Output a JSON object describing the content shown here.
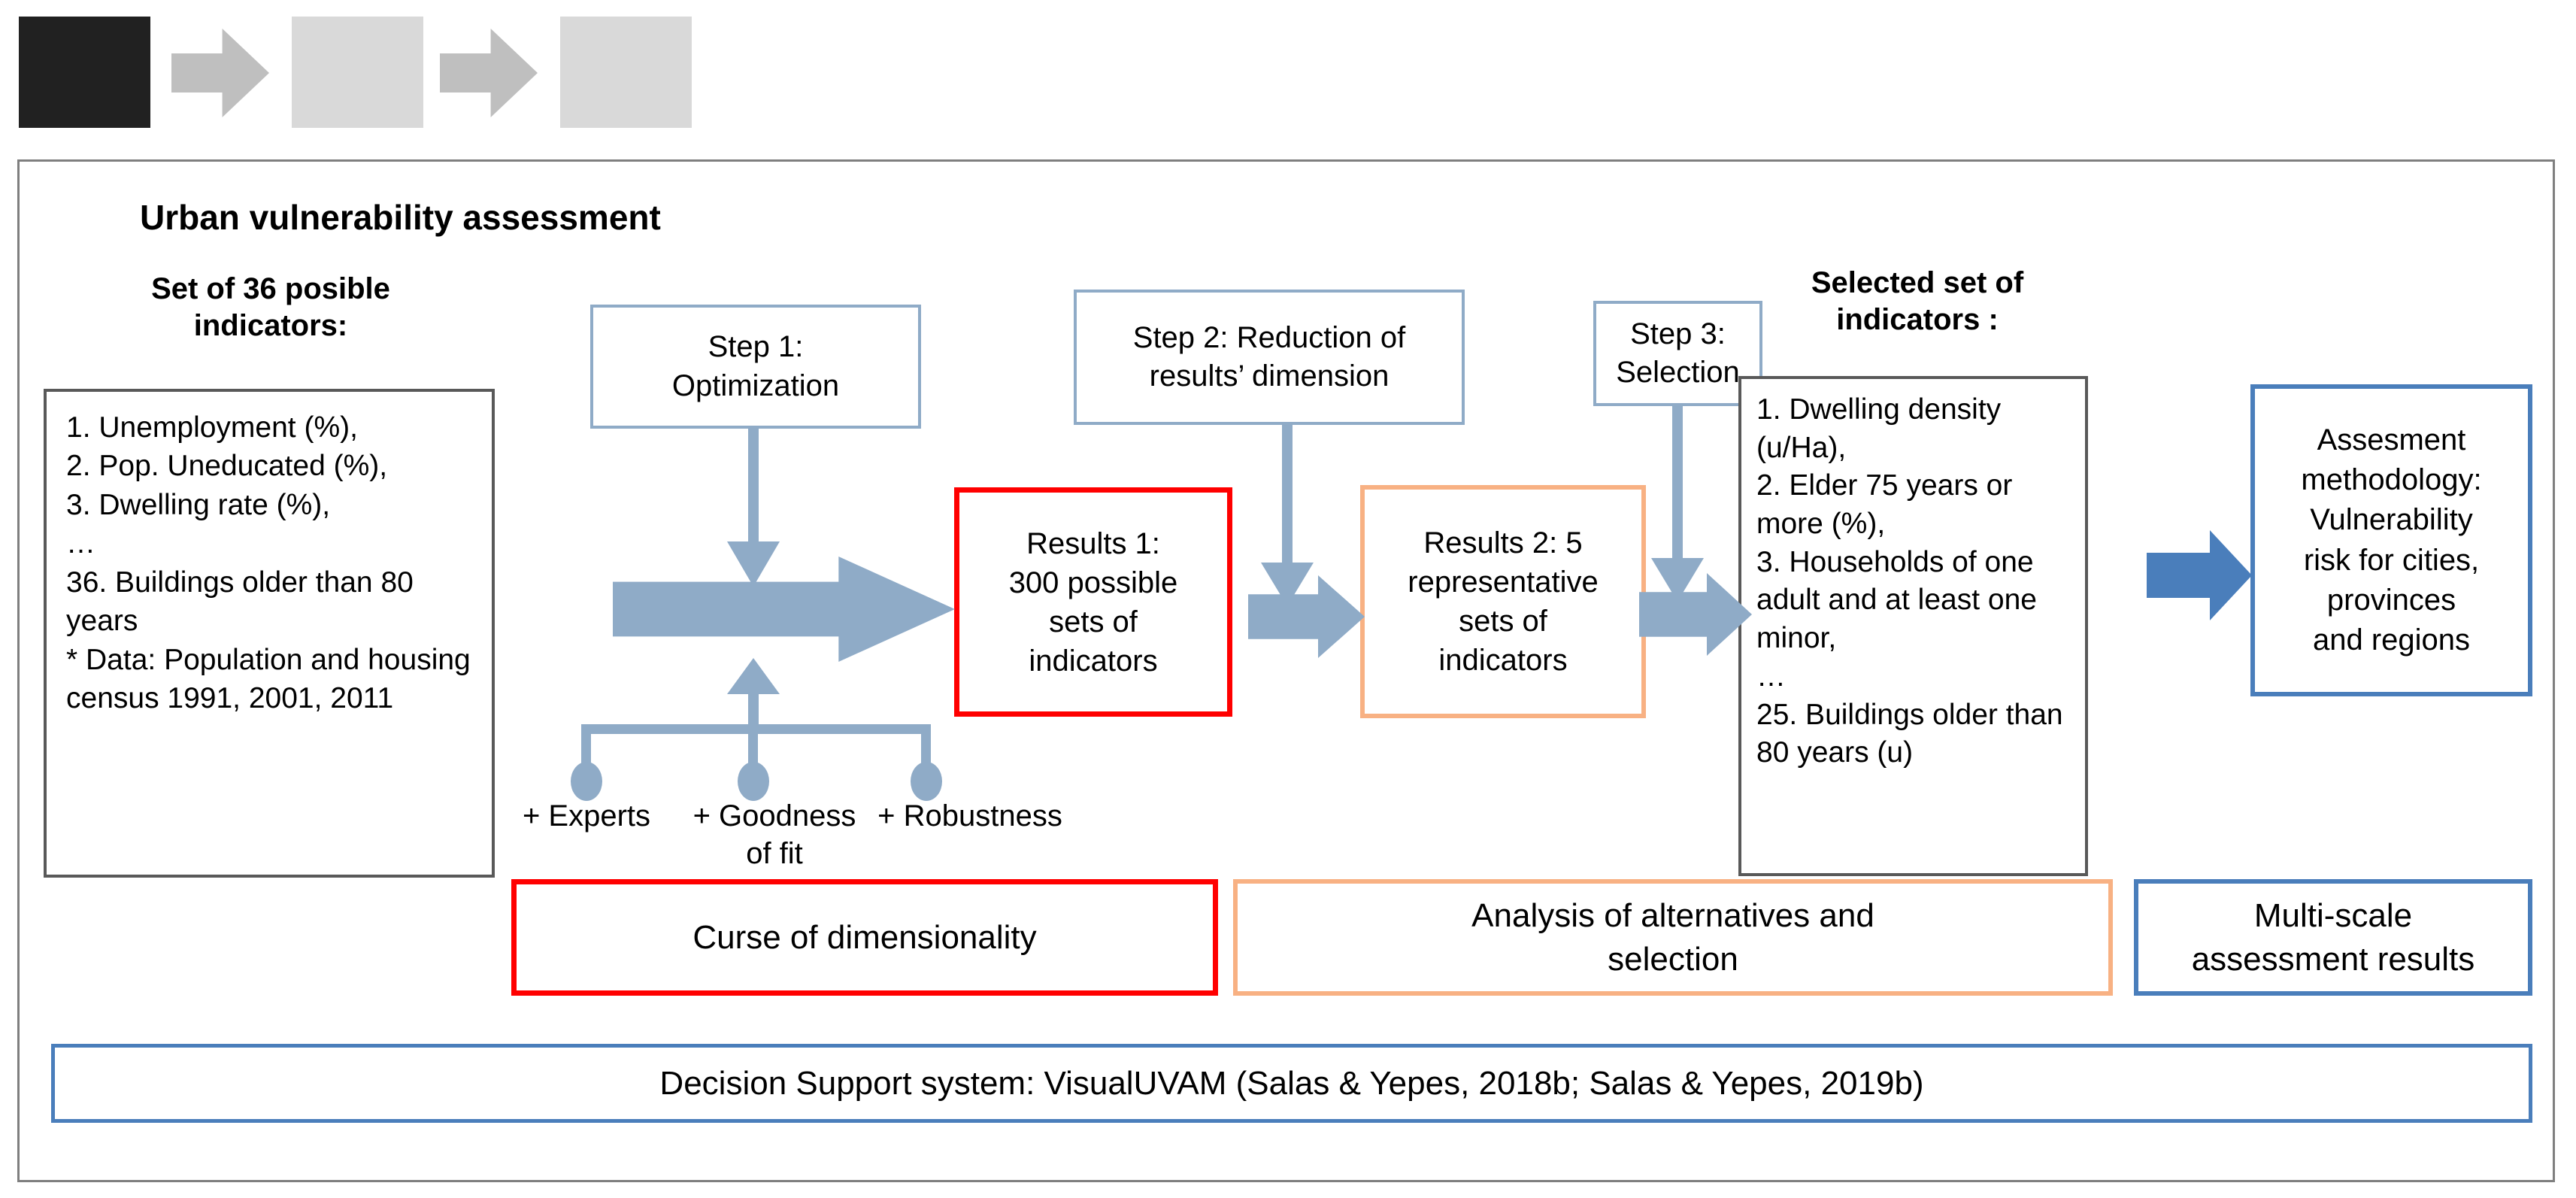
{
  "decoration": {
    "blocks": [
      {
        "name": "dark-block",
        "color": "#212121"
      },
      {
        "name": "arrow-1",
        "color": "#bfbfbf"
      },
      {
        "name": "light-block-1",
        "color": "#d9d9d9"
      },
      {
        "name": "arrow-2",
        "color": "#bfbfbf"
      },
      {
        "name": "light-block-2",
        "color": "#d9d9d9"
      }
    ]
  },
  "diagram": {
    "title": "Urban vulnerability assessment",
    "headers": {
      "set36": "Set of 36 posible\nindicators:",
      "selected": "Selected set of\nindicators :"
    },
    "indicators_box": "1. Unemployment (%),\n2. Pop. Uneducated (%),\n3. Dwelling rate (%),\n…\n36. Buildings older than 80 years\n* Data: Population and housing census 1991, 2001, 2011",
    "selected_box": "1. Dwelling density (u/Ha),\n2. Elder 75 years or more (%),\n3. Households of one adult and at least one minor,\n…\n25. Buildings older than 80 years (u)",
    "steps": {
      "step1": "Step 1:\nOptimization",
      "step2": "Step 2: Reduction of\nresults’ dimension",
      "step3": "Step 3:\nSelection"
    },
    "results": {
      "results1": "Results 1:\n300 possible\nsets of\nindicators",
      "results2": "Results 2: 5\nrepresentative\nsets of\nindicators"
    },
    "assessment": "Assesment\nmethodology:\nVulnerability\nrisk for cities,\nprovinces\nand regions",
    "criteria": {
      "experts": "+ Experts",
      "goodness": "+ Goodness\nof fit",
      "robustness": "+ Robustness"
    },
    "bottom_band": {
      "curse": "Curse of dimensionality",
      "analysis": "Analysis of alternatives and\nselection",
      "multiscale": "Multi-scale\nassessment results"
    },
    "decision_support": "Decision Support system: VisualUVAM (Salas & Yepes, 2018b; Salas & Yepes, 2019b)",
    "colors": {
      "red": "#ff0000",
      "orange": "#f8b183",
      "blue": "#4a7ebb",
      "blue_grey": "#8fabc7",
      "grey_border": "#595959",
      "frame": "#7f7f7f"
    }
  }
}
